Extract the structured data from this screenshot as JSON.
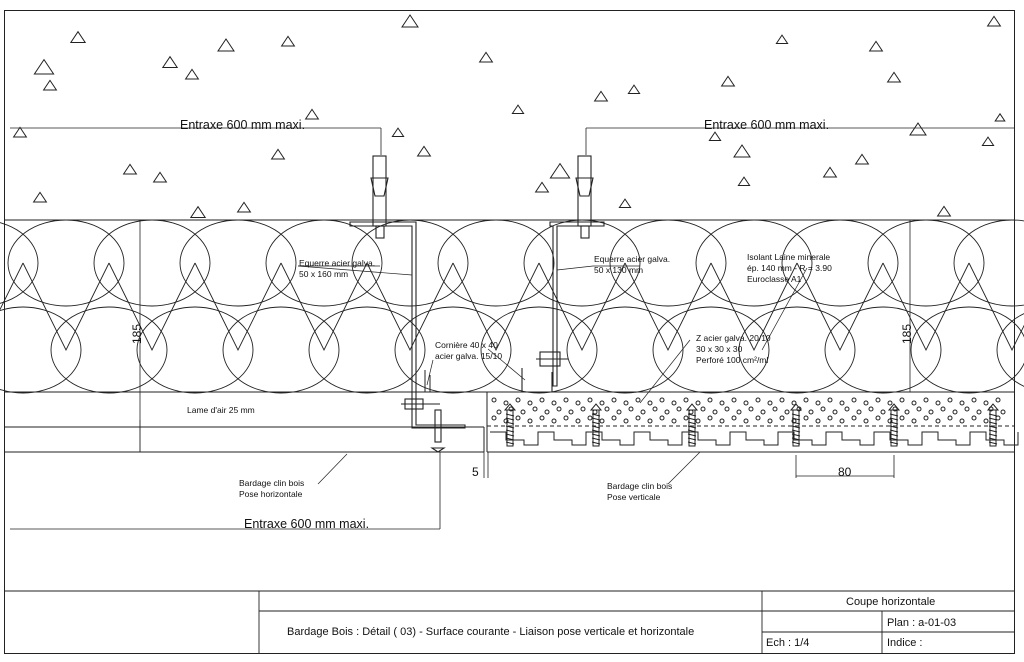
{
  "dimensions": {
    "entraxe_top_left": "Entraxe 600 mm maxi.",
    "entraxe_top_right": "Entraxe 600 mm maxi.",
    "entraxe_bottom": "Entraxe 600 mm maxi.",
    "height_left": "185",
    "height_right": "185",
    "gap": "5",
    "spacing": "80"
  },
  "annotations": {
    "equerre_1": [
      "Equerre acier galva.",
      "50 x 160 mm"
    ],
    "equerre_2": [
      "Equerre acier galva.",
      "50 x 130 mm"
    ],
    "isolant": [
      "Isolant Laine minerale",
      "ép. 140 mm - R = 3.90",
      "Euroclasse A1"
    ],
    "corniere": [
      "Cornière 40 x 40",
      "acier galva. 15/10"
    ],
    "z_profile": [
      "Z acier galva. 20/10",
      "30 x 30 x 30",
      "Perforé 100 cm²/ml"
    ],
    "lame_air": "Lame d'air 25 mm",
    "bardage_horizontal": [
      "Bardage clin bois",
      "Pose horizontale"
    ],
    "bardage_vertical": [
      "Bardage clin bois",
      "Pose verticale"
    ]
  },
  "title_block": {
    "title": "Bardage Bois : Détail   ( 03)    - Surface courante - Liaison pose verticale et horizontale",
    "section": "Coupe horizontale",
    "plan": "Plan :  a-01-03",
    "scale": "Ech   :   1/4",
    "indice": "Indice :"
  },
  "colors": {
    "line": "#111111",
    "paper": "#ffffff"
  }
}
